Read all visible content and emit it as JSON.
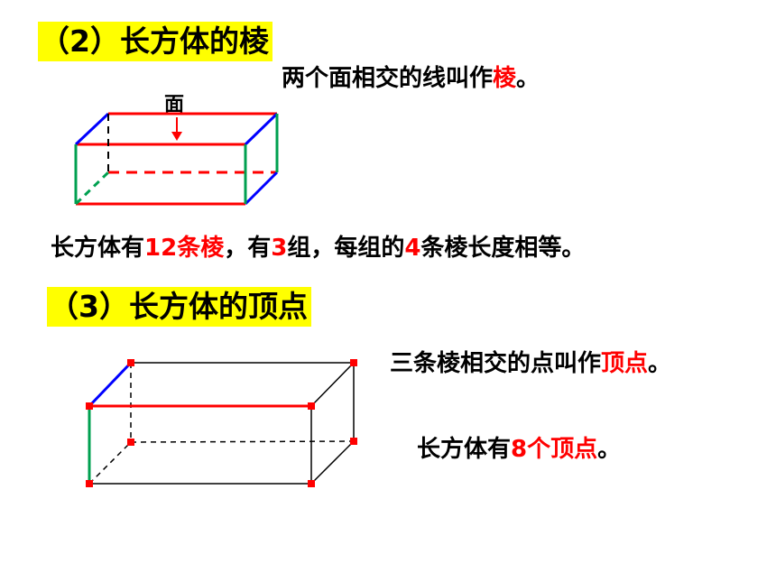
{
  "section2": {
    "heading": "（2）长方体的棱",
    "definition_pre": "两个面相交的线叫作",
    "definition_term": "棱",
    "definition_post": "。",
    "face_label": "面",
    "summary": {
      "part1": "长方体有",
      "edge_count": "12条棱",
      "part2": "，有",
      "group_count": "3",
      "part3": "组，每组的",
      "per_group": "4",
      "part4": "条棱长度相等。"
    }
  },
  "section3": {
    "heading": "（3）长方体的顶点",
    "definition_pre": "三条棱相交的点叫作",
    "definition_term": "顶点",
    "definition_post": "。",
    "count_pre": "长方体有",
    "count_value": "8个顶点",
    "count_post": "。"
  },
  "colors": {
    "highlight": "#ffff00",
    "emphasis": "#ff0000",
    "length_edges": "#ff0000",
    "width_edges": "#0000ff",
    "height_edges": "#00a050"
  }
}
